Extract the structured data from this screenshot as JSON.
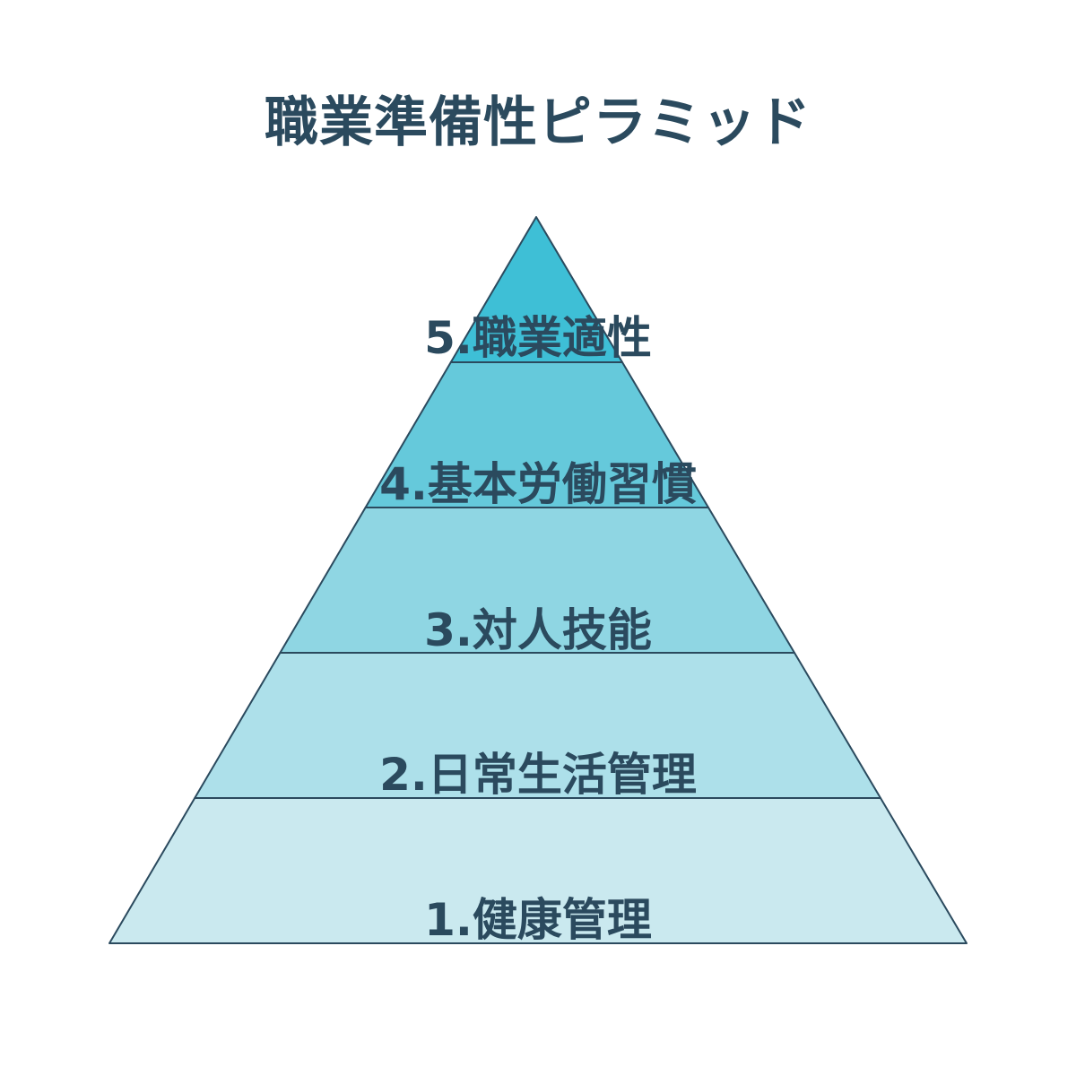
{
  "title": "職業準備性ピラミッド",
  "levels": [
    {
      "label": "5.職業適性",
      "color": "#3ebfd6"
    },
    {
      "label": "4.基本労働習慣",
      "color": "#65c9db"
    },
    {
      "label": "3.対人技能",
      "color": "#8fd6e3"
    },
    {
      "label": "2.日常生活管理",
      "color": "#ade0ea"
    },
    {
      "label": "1.健康管理",
      "color": "#cae9ef"
    }
  ],
  "outline_color": "#2b4a5e",
  "text_color": "#2b4a5e"
}
